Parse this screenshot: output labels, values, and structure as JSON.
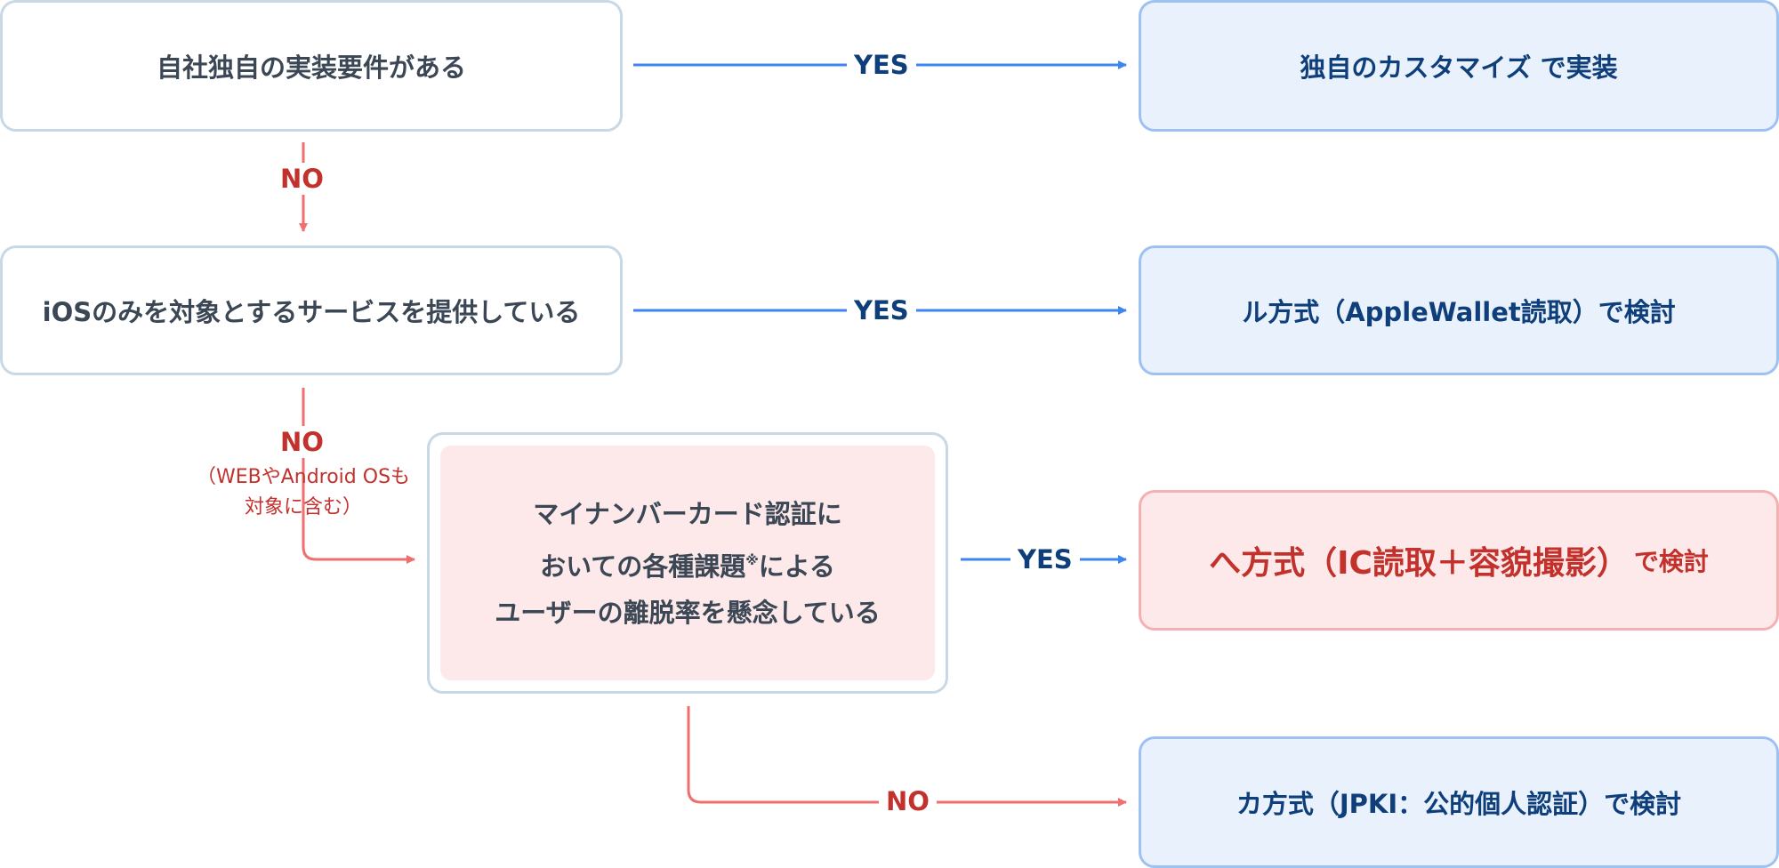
{
  "questions": {
    "q1": "自社独自の実装要件がある",
    "q2": "iOSのみを対象とするサービスを提供している",
    "q3": {
      "line1": "マイナンバーカード認証に",
      "line2_a": "おいての各種課題",
      "line2_mark": "※",
      "line2_b": "による",
      "line3": "ユーザーの離脱率を懸念している"
    }
  },
  "results": {
    "r1": "独自のカスタマイズ で実装",
    "r2": "ル方式（AppleWallet読取）で検討",
    "r3_main": "へ方式（IC読取＋容貌撮影）",
    "r3_suffix": "で検討",
    "r4": "カ方式（JPKI：公的個人認証）で検討"
  },
  "labels": {
    "yes": "YES",
    "no": "NO",
    "no_note_1": "（WEBやAndroid OSも",
    "no_note_2": "対象に含む）"
  },
  "colors": {
    "yes_line": "#3b86f0",
    "no_line": "#f06e6e",
    "yes_text": "#0f3f7a",
    "no_text": "#c3312d"
  }
}
